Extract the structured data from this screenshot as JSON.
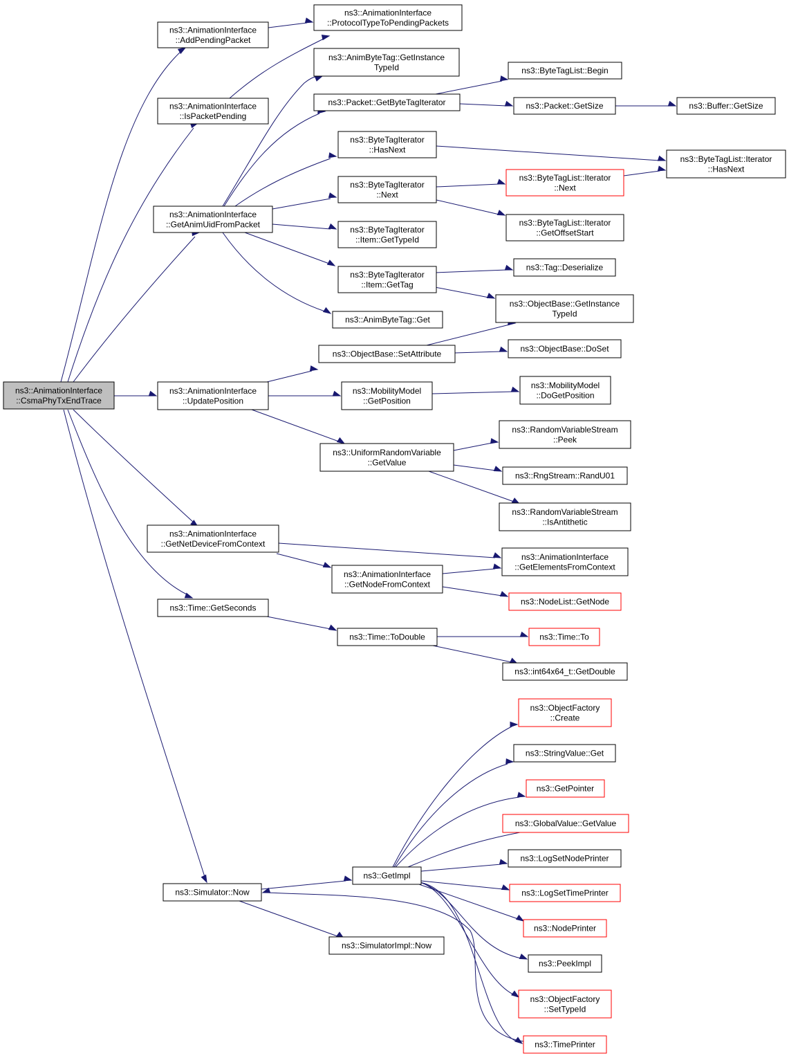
{
  "nodes": [
    {
      "id": "root",
      "lines": [
        "ns3::AnimationInterface",
        "::CsmaPhyTxEndTrace"
      ],
      "style": "root"
    },
    {
      "id": "addpending",
      "lines": [
        "ns3::AnimationInterface",
        "::AddPendingPacket"
      ],
      "style": "normal"
    },
    {
      "id": "protocoltype",
      "lines": [
        "ns3::AnimationInterface",
        "::ProtocolTypeToPendingPackets"
      ],
      "style": "normal"
    },
    {
      "id": "ispending",
      "lines": [
        "ns3::AnimationInterface",
        "::IsPacketPending"
      ],
      "style": "normal"
    },
    {
      "id": "getanimuid",
      "lines": [
        "ns3::AnimationInterface",
        "::GetAnimUidFromPacket"
      ],
      "style": "normal"
    },
    {
      "id": "animbytetagtid",
      "lines": [
        "ns3::AnimByteTag::GetInstance",
        "TypeId"
      ],
      "style": "normal"
    },
    {
      "id": "getbytetagit",
      "lines": [
        "ns3::Packet::GetByteTagIterator"
      ],
      "style": "normal"
    },
    {
      "id": "btlbegin",
      "lines": [
        "ns3::ByteTagList::Begin"
      ],
      "style": "normal"
    },
    {
      "id": "packetgetsize",
      "lines": [
        "ns3::Packet::GetSize"
      ],
      "style": "normal"
    },
    {
      "id": "buffergetsize",
      "lines": [
        "ns3::Buffer::GetSize"
      ],
      "style": "normal"
    },
    {
      "id": "btihasnext",
      "lines": [
        "ns3::ByteTagIterator",
        "::HasNext"
      ],
      "style": "normal"
    },
    {
      "id": "btlihasnext",
      "lines": [
        "ns3::ByteTagList::Iterator",
        "::HasNext"
      ],
      "style": "normal"
    },
    {
      "id": "btinext",
      "lines": [
        "ns3::ByteTagIterator",
        "::Next"
      ],
      "style": "normal"
    },
    {
      "id": "btlinext",
      "lines": [
        "ns3::ByteTagList::Iterator",
        "::Next"
      ],
      "style": "red"
    },
    {
      "id": "btligetoffset",
      "lines": [
        "ns3::ByteTagList::Iterator",
        "::GetOffsetStart"
      ],
      "style": "normal"
    },
    {
      "id": "btiitemtid",
      "lines": [
        "ns3::ByteTagIterator",
        "::Item::GetTypeId"
      ],
      "style": "normal"
    },
    {
      "id": "btiitemgettag",
      "lines": [
        "ns3::ByteTagIterator",
        "::Item::GetTag"
      ],
      "style": "normal"
    },
    {
      "id": "tagdeser",
      "lines": [
        "ns3::Tag::Deserialize"
      ],
      "style": "normal"
    },
    {
      "id": "objbasetid",
      "lines": [
        "ns3::ObjectBase::GetInstance",
        "TypeId"
      ],
      "style": "normal"
    },
    {
      "id": "animbytetagget",
      "lines": [
        "ns3::AnimByteTag::Get"
      ],
      "style": "normal"
    },
    {
      "id": "setattr",
      "lines": [
        "ns3::ObjectBase::SetAttribute"
      ],
      "style": "normal"
    },
    {
      "id": "doset",
      "lines": [
        "ns3::ObjectBase::DoSet"
      ],
      "style": "normal"
    },
    {
      "id": "updatepos",
      "lines": [
        "ns3::AnimationInterface",
        "::UpdatePosition"
      ],
      "style": "normal"
    },
    {
      "id": "mobgetpos",
      "lines": [
        "ns3::MobilityModel",
        "::GetPosition"
      ],
      "style": "normal"
    },
    {
      "id": "mobdogetpos",
      "lines": [
        "ns3::MobilityModel",
        "::DoGetPosition"
      ],
      "style": "normal"
    },
    {
      "id": "urvgetvalue",
      "lines": [
        "ns3::UniformRandomVariable",
        "::GetValue"
      ],
      "style": "normal"
    },
    {
      "id": "rvspeek",
      "lines": [
        "ns3::RandomVariableStream",
        "::Peek"
      ],
      "style": "normal"
    },
    {
      "id": "randu01",
      "lines": [
        "ns3::RngStream::RandU01"
      ],
      "style": "normal"
    },
    {
      "id": "rvsanti",
      "lines": [
        "ns3::RandomVariableStream",
        "::IsAntithetic"
      ],
      "style": "normal"
    },
    {
      "id": "getnetdev",
      "lines": [
        "ns3::AnimationInterface",
        "::GetNetDeviceFromContext"
      ],
      "style": "normal"
    },
    {
      "id": "getelems",
      "lines": [
        "ns3::AnimationInterface",
        "::GetElementsFromContext"
      ],
      "style": "normal"
    },
    {
      "id": "getnodefc",
      "lines": [
        "ns3::AnimationInterface",
        "::GetNodeFromContext"
      ],
      "style": "normal"
    },
    {
      "id": "nodelistget",
      "lines": [
        "ns3::NodeList::GetNode"
      ],
      "style": "red"
    },
    {
      "id": "timesec",
      "lines": [
        "ns3::Time::GetSeconds"
      ],
      "style": "normal"
    },
    {
      "id": "timetodouble",
      "lines": [
        "ns3::Time::ToDouble"
      ],
      "style": "normal"
    },
    {
      "id": "timeto",
      "lines": [
        "ns3::Time::To"
      ],
      "style": "red"
    },
    {
      "id": "int64getdouble",
      "lines": [
        "ns3::int64x64_t::GetDouble"
      ],
      "style": "normal"
    },
    {
      "id": "ofcreate",
      "lines": [
        "ns3::ObjectFactory",
        "::Create"
      ],
      "style": "red"
    },
    {
      "id": "strvalget",
      "lines": [
        "ns3::StringValue::Get"
      ],
      "style": "normal"
    },
    {
      "id": "getpointer",
      "lines": [
        "ns3::GetPointer"
      ],
      "style": "red"
    },
    {
      "id": "gvgetvalue",
      "lines": [
        "ns3::GlobalValue::GetValue"
      ],
      "style": "red"
    },
    {
      "id": "lognodeprinter",
      "lines": [
        "ns3::LogSetNodePrinter"
      ],
      "style": "normal"
    },
    {
      "id": "logtimeprinter",
      "lines": [
        "ns3::LogSetTimePrinter"
      ],
      "style": "red"
    },
    {
      "id": "nodeprinter",
      "lines": [
        "ns3::NodePrinter"
      ],
      "style": "red"
    },
    {
      "id": "peekimpl",
      "lines": [
        "ns3::PeekImpl"
      ],
      "style": "normal"
    },
    {
      "id": "ofsettypeid",
      "lines": [
        "ns3::ObjectFactory",
        "::SetTypeId"
      ],
      "style": "red"
    },
    {
      "id": "timeprinter",
      "lines": [
        "ns3::TimePrinter"
      ],
      "style": "red"
    },
    {
      "id": "simnow",
      "lines": [
        "ns3::Simulator::Now"
      ],
      "style": "normal"
    },
    {
      "id": "getimpl",
      "lines": [
        "ns3::GetImpl"
      ],
      "style": "normal"
    },
    {
      "id": "simimplnow",
      "lines": [
        "ns3::SimulatorImpl::Now"
      ],
      "style": "normal"
    }
  ],
  "colors": {
    "edge": "#191970",
    "border": "#000000",
    "red_border": "#ff0000",
    "root_fill": "#bfbfbf"
  }
}
